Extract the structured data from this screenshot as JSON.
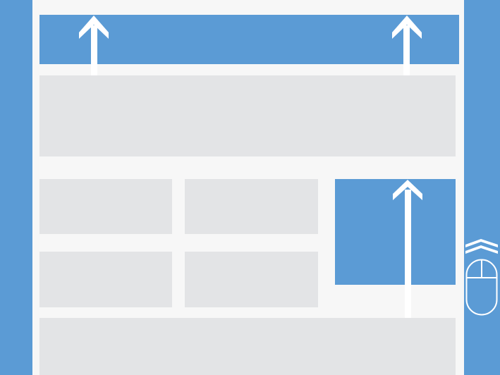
{
  "colors": {
    "background": "#f7f7f7",
    "accent_blue": "#5b9bd5",
    "placeholder_grey": "#e3e4e6",
    "arrow_white": "#ffffff"
  },
  "diagram": {
    "description_icons": [
      "arrow-up-icon",
      "arrow-up-icon",
      "arrow-up-icon",
      "double-chevron-up-icon",
      "mouse-icon"
    ],
    "elements": {
      "left_rail": "blue-rail",
      "right_rail": "blue-rail",
      "header": "blue-block",
      "side_panel": "blue-block",
      "content_blocks": [
        "grey-block",
        "grey-block",
        "grey-block",
        "grey-block",
        "grey-block",
        "grey-block"
      ]
    }
  }
}
